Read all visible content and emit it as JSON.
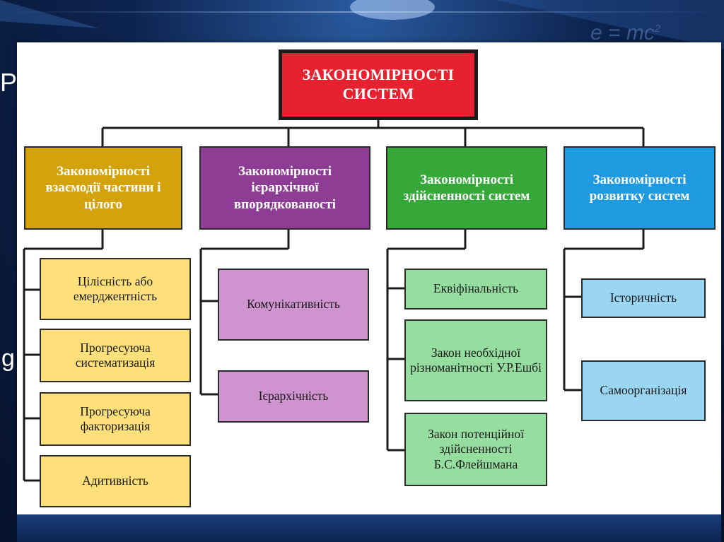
{
  "background": {
    "formula": "e = mc",
    "formula_exponent": "2",
    "edge_letters": [
      "Р",
      "g"
    ]
  },
  "diagram": {
    "root": "ЗАКОНОМІРНОСТІ СИСТЕМ",
    "groups": [
      {
        "title": "Закономірності взаємодії частини і цілого",
        "color": "#d4a20c",
        "items": [
          "Цілісність або емерджентність",
          "Прогресуюча систематизація",
          "Прогресуюча факторизація",
          "Адитивність"
        ]
      },
      {
        "title": "Закономірності ієрархічної впорядкованості",
        "color": "#8e3d94",
        "items": [
          "Комунікативність",
          "Ієрархічність"
        ]
      },
      {
        "title": "Закономірності здійсненності систем",
        "color": "#36a83a",
        "items": [
          "Еквіфінальність",
          "Закон необхідної різноманітності У.Р.Ешбі",
          "Закон потенційної здійсненності Б.С.Флейшмана"
        ]
      },
      {
        "title": "Закономірності розвитку систем",
        "color": "#1f9ae0",
        "items": [
          "Історичність",
          "Самоорганізація"
        ]
      }
    ]
  }
}
